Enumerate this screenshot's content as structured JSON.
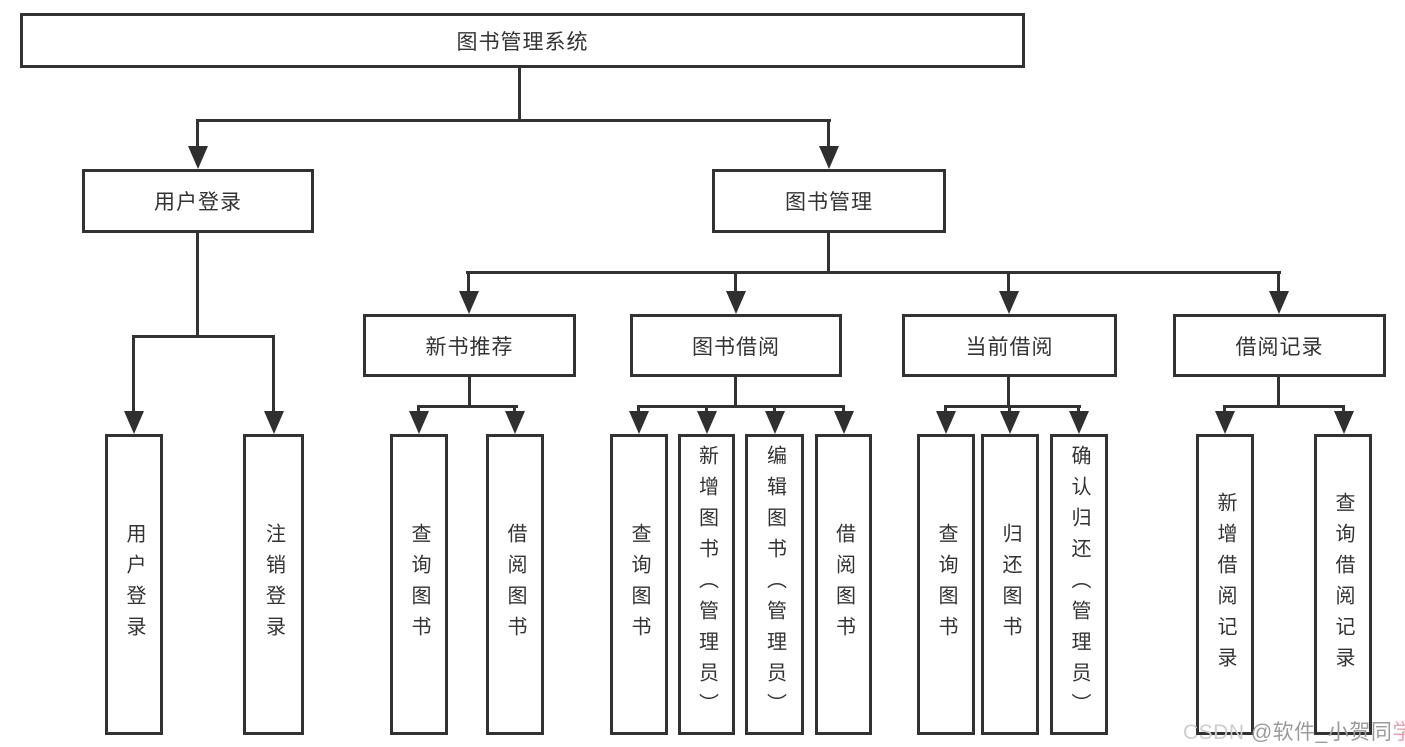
{
  "diagram": {
    "title": "图书管理系统",
    "nodes": {
      "root": "图书管理系统",
      "user_login": "用户登录",
      "book_mgmt": "图书管理",
      "new_book_rec": "新书推荐",
      "book_borrow": "图书借阅",
      "current_borrow": "当前借阅",
      "borrow_record": "借阅记录",
      "user_login_v": "用户登录",
      "logout": "注销登录",
      "query_book_1": "查询图书",
      "borrow_book_1": "借阅图书",
      "query_book_2": "查询图书",
      "add_book_admin": "新增图书（管理员）",
      "edit_book_admin": "编辑图书（管理员）",
      "borrow_book_2": "借阅图书",
      "query_book_3": "查询图书",
      "return_book": "归还图书",
      "confirm_return_admin": "确认归还（管理员）",
      "add_borrow_record": "新增借阅记录",
      "query_borrow_record": "查询借阅记录"
    },
    "watermark": {
      "prefix": "CSDN ",
      "middle": "@软件_小贺同",
      "accent": "学"
    },
    "colors": {
      "line": "#323232",
      "text": "#333333",
      "background": "#ffffff",
      "watermark_light": "#cdcdcd",
      "watermark_gray": "#9b9b9b",
      "watermark_accent": "#e89fab"
    }
  }
}
